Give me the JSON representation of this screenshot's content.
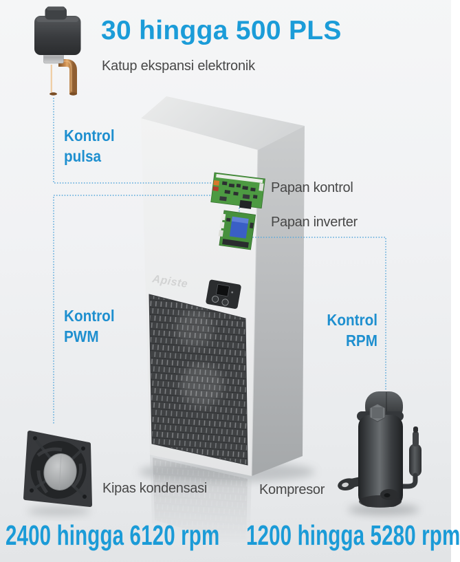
{
  "hero": {
    "value_range": "30 hingga 500 PLS",
    "component": "Katup ekspansi elektronik"
  },
  "callouts": {
    "pulse_control": {
      "line1": "Kontrol",
      "line2": "pulsa"
    },
    "pwm_control": {
      "line1": "Kontrol",
      "line2": "PWM"
    },
    "rpm_control": {
      "line1": "Kontrol",
      "line2": "RPM"
    },
    "control_board_label": "Papan kontrol",
    "inverter_board_label": "Papan inverter"
  },
  "bottom": {
    "fan_label": "Kipas kondensasi",
    "fan_range": "2400 hingga 6120 rpm",
    "compressor_label": "Kompresor",
    "compressor_range": "1200 hingga 5280 rpm"
  },
  "unit": {
    "brand": "Apiste"
  },
  "colors": {
    "headline_blue": "#1b9cd8",
    "callout_blue": "#1e8fcf",
    "spec_blue": "#1b9bd7",
    "label_gray": "#474747",
    "dotted_line_blue": "#56a7da"
  }
}
